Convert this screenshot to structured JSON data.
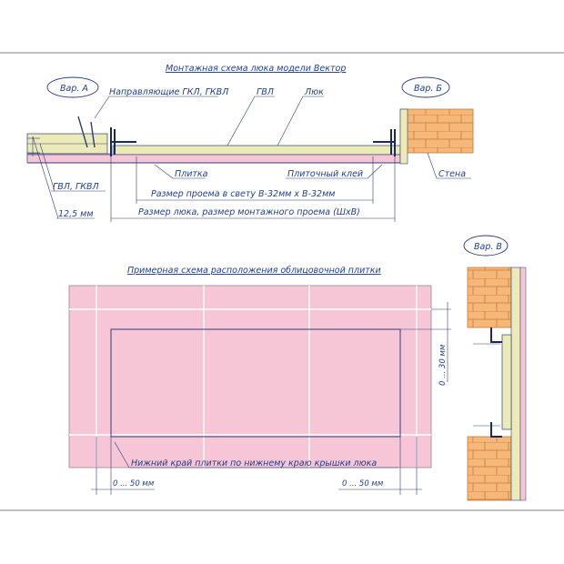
{
  "diagram": {
    "title_top": "Монтажная схема люка модели Вектор",
    "callouts": {
      "a": "Вар. А",
      "b": "Вар. Б",
      "v": "Вар. В"
    },
    "labels": {
      "guides": "Направляющие ГКЛ, ГКВЛ",
      "gvl": "ГВЛ",
      "hatch": "Люк",
      "tile": "Плитка",
      "tile_glue": "Плиточный клей",
      "wall": "Стена",
      "gkl_gkvl": "ГВЛ, ГКВЛ",
      "thickness": "12,5 мм",
      "opening_size": "Размер проема в свету В-32мм х В-32мм",
      "hatch_size": "Размер люка, размер монтажного проема (ШхВ)"
    },
    "title_bottom": "Примерная схема расположения облицовочной плитки",
    "bottom_labels": {
      "lower_edge": "Нижний край плитки по нижнему краю крышки люка",
      "dim_left": "0 ... 50 мм",
      "dim_right": "0 ... 50 мм",
      "dim_vertical": "0 ... 30 мм"
    },
    "colors": {
      "tile": "#f6c6d6",
      "brick": "#f6b878",
      "brick_mortar": "#c77a37",
      "line": "#2b3f7a",
      "text": "#1f3f8f",
      "board": "#ecebb8",
      "border": "#9a9a9a"
    }
  }
}
